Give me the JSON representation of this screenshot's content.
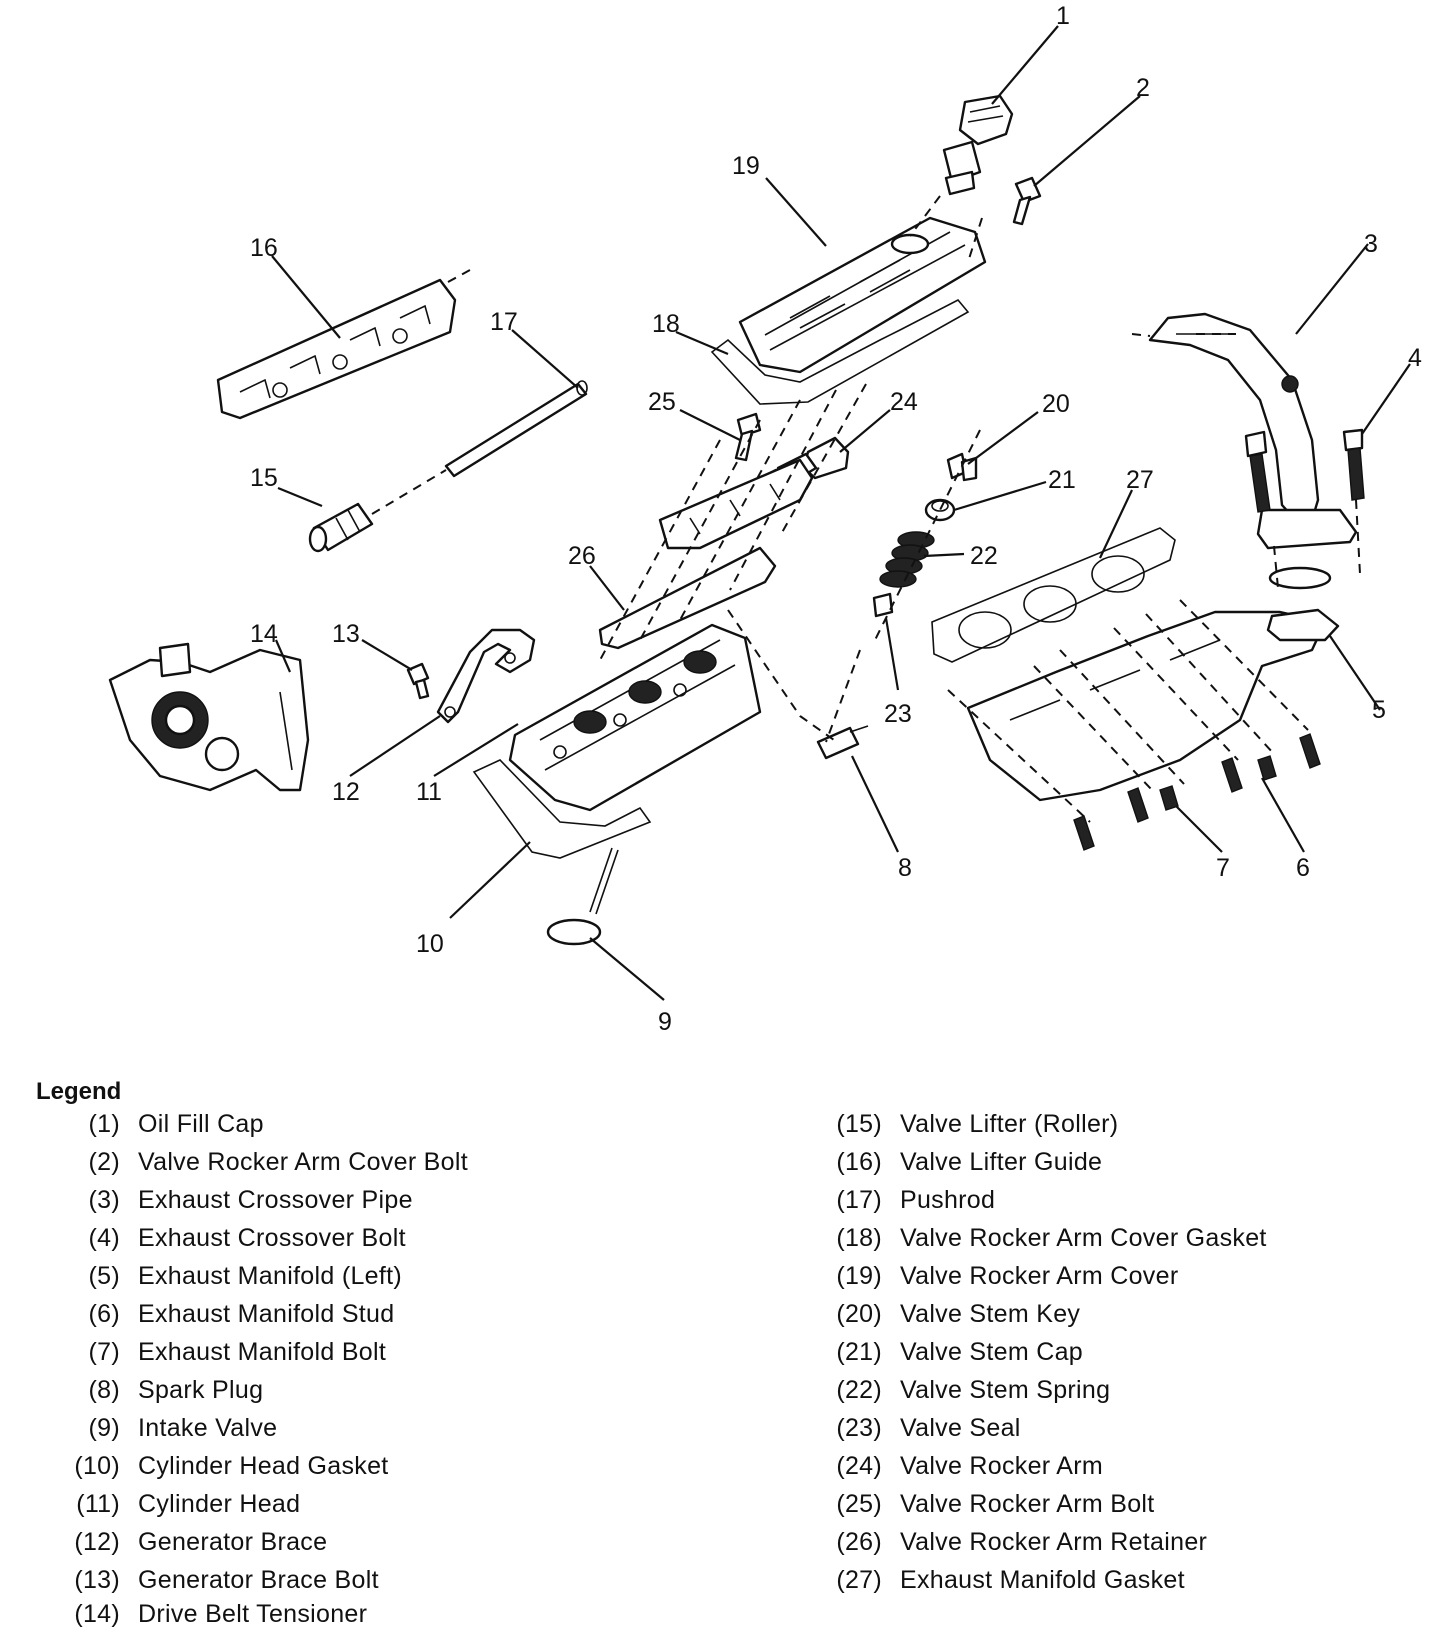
{
  "callouts": [
    "1",
    "2",
    "3",
    "4",
    "5",
    "6",
    "7",
    "8",
    "9",
    "10",
    "11",
    "12",
    "13",
    "14",
    "15",
    "16",
    "17",
    "18",
    "19",
    "20",
    "21",
    "22",
    "23",
    "24",
    "25",
    "26",
    "27"
  ],
  "legend": {
    "title": "Legend",
    "left_column": [
      {
        "num": "(1)",
        "label": "Oil Fill Cap"
      },
      {
        "num": "(2)",
        "label": "Valve Rocker Arm Cover Bolt"
      },
      {
        "num": "(3)",
        "label": "Exhaust Crossover Pipe"
      },
      {
        "num": "(4)",
        "label": "Exhaust Crossover Bolt"
      },
      {
        "num": "(5)",
        "label": "Exhaust Manifold (Left)"
      },
      {
        "num": "(6)",
        "label": "Exhaust Manifold Stud"
      },
      {
        "num": "(7)",
        "label": "Exhaust Manifold Bolt"
      },
      {
        "num": "(8)",
        "label": "Spark Plug"
      },
      {
        "num": "(9)",
        "label": "Intake Valve"
      },
      {
        "num": "(10)",
        "label": "Cylinder Head Gasket"
      },
      {
        "num": "(11)",
        "label": "Cylinder Head"
      },
      {
        "num": "(12)",
        "label": "Generator Brace"
      },
      {
        "num": "(13)",
        "label": "Generator Brace Bolt"
      },
      {
        "num": "(14)",
        "label": "Drive Belt Tensioner"
      }
    ],
    "right_column": [
      {
        "num": "(15)",
        "label": "Valve Lifter (Roller)"
      },
      {
        "num": "(16)",
        "label": "Valve Lifter Guide"
      },
      {
        "num": "(17)",
        "label": "Pushrod"
      },
      {
        "num": "(18)",
        "label": "Valve Rocker Arm Cover Gasket"
      },
      {
        "num": "(19)",
        "label": "Valve Rocker Arm Cover"
      },
      {
        "num": "(20)",
        "label": "Valve Stem Key"
      },
      {
        "num": "(21)",
        "label": "Valve Stem Cap"
      },
      {
        "num": "(22)",
        "label": "Valve Stem Spring"
      },
      {
        "num": "(23)",
        "label": "Valve Seal"
      },
      {
        "num": "(24)",
        "label": "Valve Rocker Arm"
      },
      {
        "num": "(25)",
        "label": "Valve Rocker Arm Bolt"
      },
      {
        "num": "(26)",
        "label": "Valve Rocker Arm Retainer"
      },
      {
        "num": "(27)",
        "label": "Exhaust Manifold Gasket"
      }
    ]
  }
}
